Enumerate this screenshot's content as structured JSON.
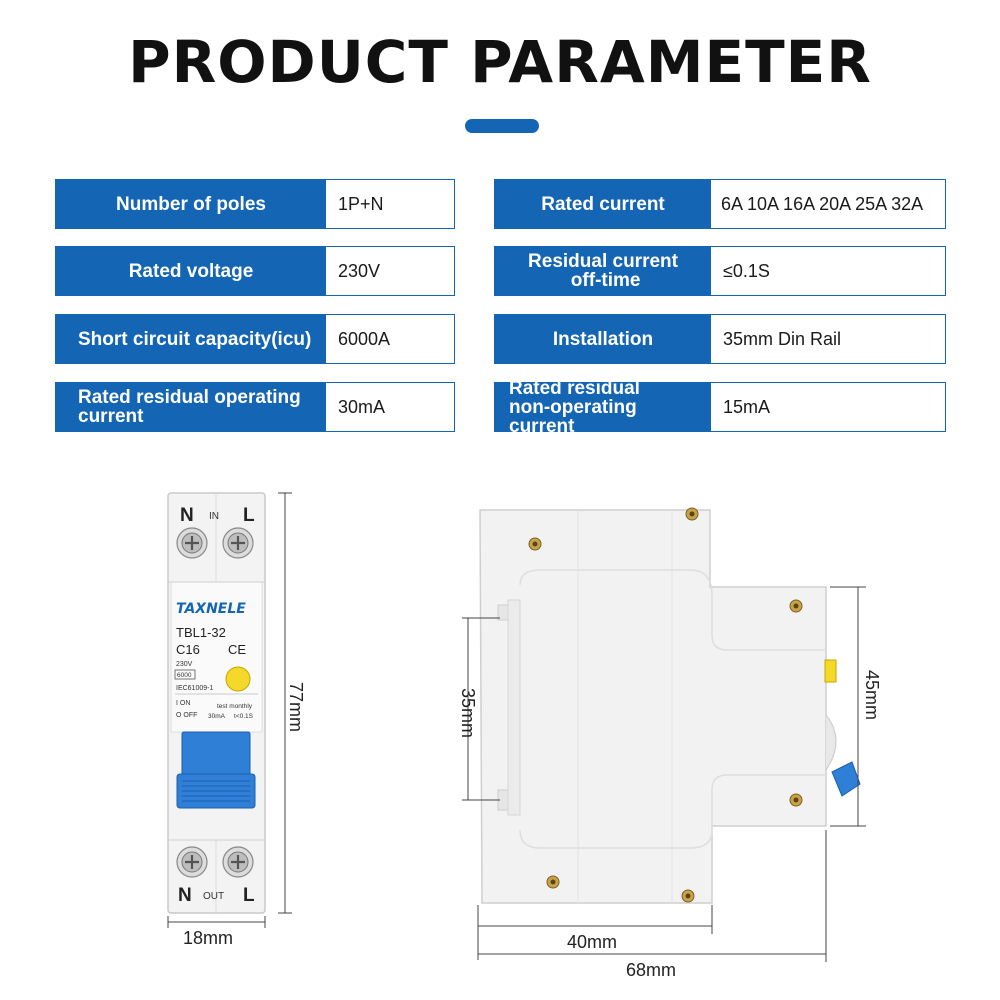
{
  "header": {
    "title": "PRODUCT PARAMETER"
  },
  "params_left": [
    {
      "label": "Number of poles",
      "value": "1P+N"
    },
    {
      "label": "Rated voltage",
      "value": "230V"
    },
    {
      "label": "Short circuit capacity(icu)",
      "value": "6000A"
    },
    {
      "label_line1": "Rated residual  operating",
      "label_line2": "current",
      "value": "30mA"
    }
  ],
  "params_right": [
    {
      "label": "Rated current",
      "value": "6A 10A 16A 20A 25A 32A"
    },
    {
      "label_line1": "Residual current",
      "label_line2": " off-time",
      "value": "≤0.1S"
    },
    {
      "label": "Installation",
      "value": "35mm Din Rail"
    },
    {
      "label_line1": "Rated residual",
      "label_line2": "non-operating current",
      "value": "15mA"
    }
  ],
  "front_view": {
    "top_n": "N",
    "top_in": "IN",
    "top_l": "L",
    "brand": "TAXNELE",
    "model": "TBL1-32",
    "rating": "C16",
    "ce": "CE",
    "voltage": "230V",
    "capacity": "6000",
    "standard": "IEC61009-1",
    "on_text": "I ON",
    "off_text": "O OFF",
    "test_text": "test monthly",
    "ma_text": "30mA",
    "time_text": "t<0.1S",
    "bottom_n": "N",
    "bottom_out": "OUT",
    "bottom_l": "L",
    "height_dim": "77mm",
    "width_dim": "18mm"
  },
  "side_view": {
    "dim_35": "35mm",
    "dim_45": "45mm",
    "dim_40": "40mm",
    "dim_68": "68mm"
  },
  "colors": {
    "brand_blue": "#1565b5",
    "handle_blue": "#2f7fd6",
    "test_yellow": "#f4d92a"
  }
}
